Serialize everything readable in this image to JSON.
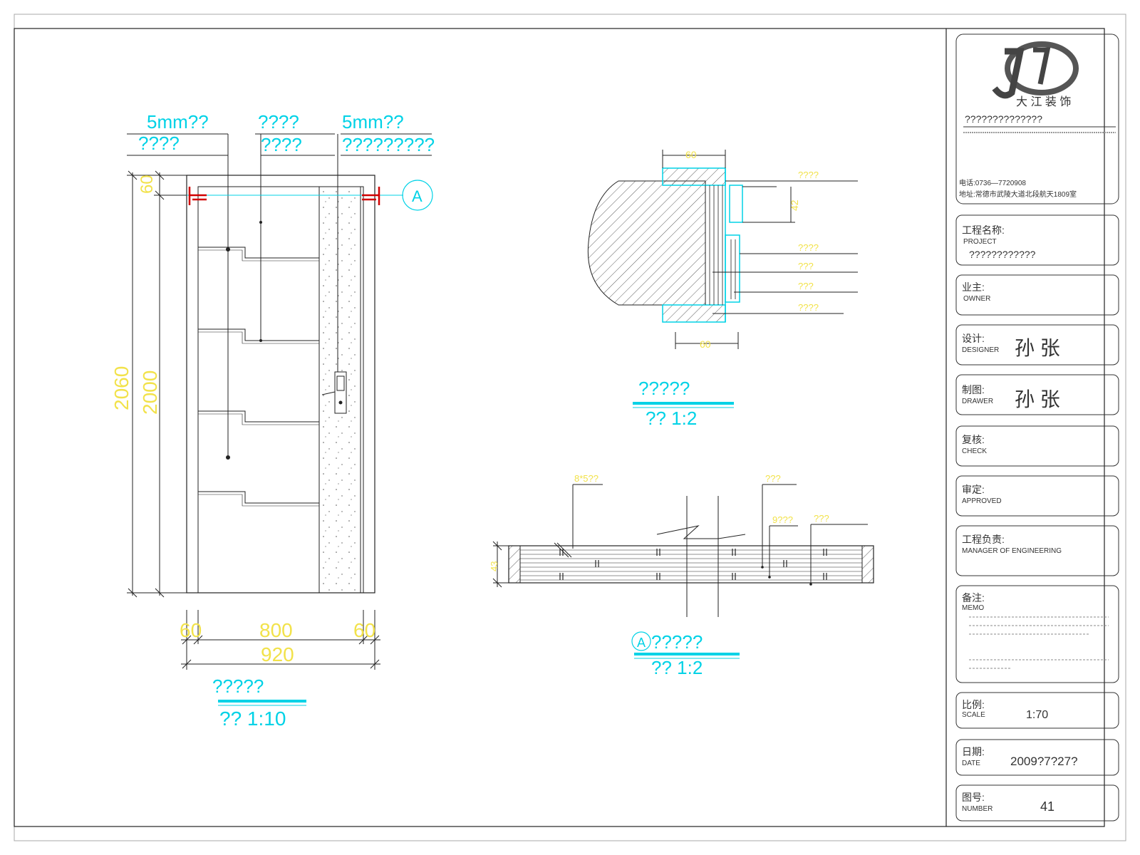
{
  "colors": {
    "annotation": "#00d2e6",
    "dimension": "#f2e24a",
    "line": "#222222",
    "cut_mark": "#d10000"
  },
  "elevation": {
    "callouts": [
      "5mm??",
      "????",
      "????",
      "5mm??",
      "????",
      "?????????"
    ],
    "dims": {
      "top_gap": "60",
      "overall_height": "2060",
      "leaf_height": "2000",
      "left": "60",
      "middle": "800",
      "right": "60",
      "overall_width": "920"
    },
    "section_marker": "A",
    "title": "?????",
    "scale": "?? 1:10"
  },
  "detail_top": {
    "dims": {
      "top": "60",
      "bottom": "60",
      "right": "42"
    },
    "labels": [
      "????",
      "????",
      "???",
      "???",
      "????"
    ],
    "title": "?????",
    "scale": "?? 1:2"
  },
  "detail_bottom": {
    "labels": [
      "8*5??",
      "???",
      "9???",
      "???"
    ],
    "dims": {
      "thickness": "43"
    },
    "marker": "A",
    "title": "?????",
    "scale": "?? 1:2"
  },
  "title_block": {
    "company_name": "??????????????",
    "contact": "电话:0736—7720908",
    "address": "地址:常德市武陵大道北段航天1809室",
    "project_cn": "工程名称:",
    "project_en": "PROJECT",
    "project_value": "????????????",
    "owner_cn": "业主:",
    "owner_en": "OWNER",
    "designer_cn": "设计:",
    "designer_en": "DESIGNER",
    "designer_value": "孙 张",
    "drawer_cn": "制图:",
    "drawer_en": "DRAWER",
    "drawer_value": "孙 张",
    "check_cn": "复核:",
    "check_en": "CHECK",
    "approved_cn": "审定:",
    "approved_en": "APPROVED",
    "manager_cn": "工程负责:",
    "manager_en": "MANAGER OF ENGINEERING",
    "memo_cn": "备注:",
    "memo_en": "MEMO",
    "scale_cn": "比例:",
    "scale_en": "SCALE",
    "scale_value": "1:70",
    "date_cn": "日期:",
    "date_en": "DATE",
    "date_value": "2009?7?27?",
    "number_cn": "图号:",
    "number_en": "NUMBER",
    "number_value": "41"
  }
}
